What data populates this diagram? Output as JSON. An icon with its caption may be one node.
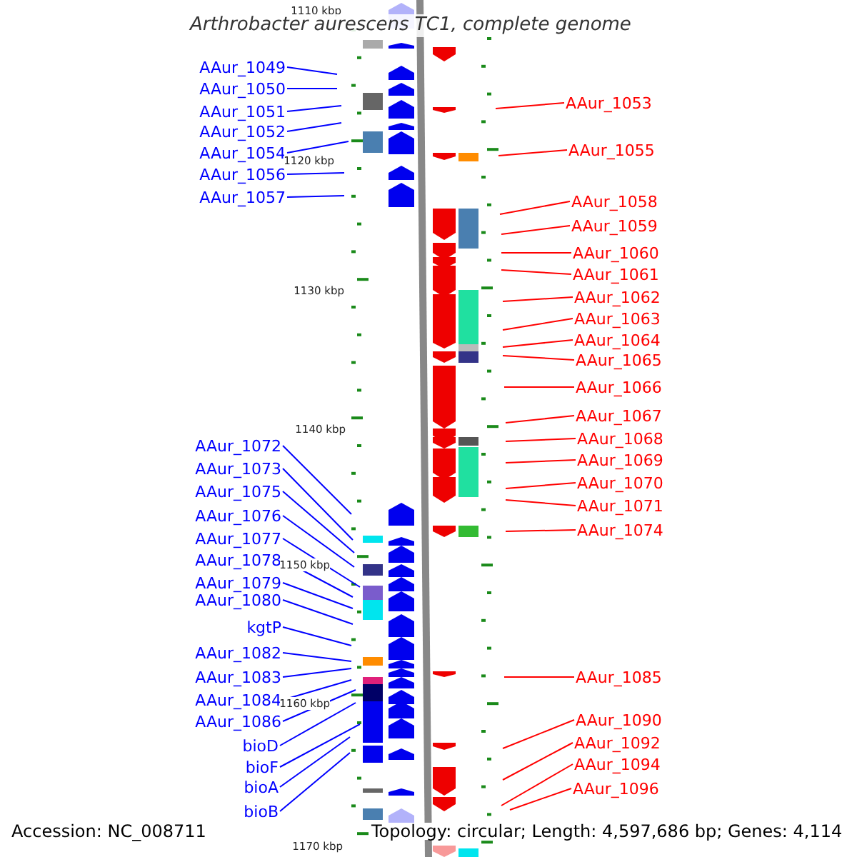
{
  "diagram": {
    "title": "Arthrobacter aurescens TC1, complete genome",
    "nodes": [
      {
        "text": [
          "AAur_1049"
        ]
      },
      {
        "text": [
          "AAur_1050"
        ]
      },
      {
        "text": [
          "AAur_1051"
        ]
      },
      {
        "text": [
          "AAur_1052"
        ]
      },
      {
        "text": [
          "AAur_1054"
        ]
      },
      {
        "text": [
          "AAur_1056"
        ]
      },
      {
        "text": [
          "AAur_1057"
        ]
      },
      {
        "text": [
          "AAur_1053"
        ]
      },
      {
        "text": [
          "AAur_1055"
        ]
      },
      {
        "text": [
          "AAur_1058"
        ]
      },
      {
        "text": [
          "AAur_1059"
        ]
      },
      {
        "text": [
          "AAur_1060"
        ]
      },
      {
        "text": [
          "AAur_1061"
        ]
      },
      {
        "text": [
          "AAur_1062"
        ]
      },
      {
        "text": [
          "AAur_1063"
        ]
      },
      {
        "text": [
          "AAur_1064"
        ]
      },
      {
        "text": [
          "AAur_1065"
        ]
      },
      {
        "text": [
          "AAur_1066"
        ]
      },
      {
        "text": [
          "AAur_1067"
        ]
      },
      {
        "text": [
          "AAur_1068"
        ]
      },
      {
        "text": [
          "AAur_1069"
        ]
      },
      {
        "text": [
          "AAur_1070"
        ]
      },
      {
        "text": [
          "AAur_1071"
        ]
      },
      {
        "text": [
          "AAur_1074"
        ]
      },
      {
        "text": [
          "AAur_1072"
        ]
      },
      {
        "text": [
          "AAur_1073"
        ]
      },
      {
        "text": [
          "AAur_1075"
        ]
      },
      {
        "text": [
          "AAur_1076"
        ]
      },
      {
        "text": [
          "AAur_1077"
        ]
      },
      {
        "text": [
          "AAur_1078"
        ]
      },
      {
        "text": [
          "AAur_1079"
        ]
      },
      {
        "text": [
          "AAur_1080"
        ]
      },
      {
        "text": [
          "kgtP"
        ]
      },
      {
        "text": [
          "AAur_1082"
        ]
      },
      {
        "text": [
          "AAur_1083"
        ]
      },
      {
        "text": [
          "AAur_1084"
        ]
      },
      {
        "text": [
          "AAur_1086"
        ]
      },
      {
        "text": [
          "bioD"
        ]
      },
      {
        "text": [
          "bioF"
        ]
      },
      {
        "text": [
          "bioA"
        ]
      },
      {
        "text": [
          "bioB"
        ]
      },
      {
        "text": [
          "AAur_1085"
        ]
      },
      {
        "text": [
          "AAur_1090"
        ]
      },
      {
        "text": [
          "AAur_1092"
        ]
      },
      {
        "text": [
          "AAur_1094"
        ]
      },
      {
        "text": [
          "AAur_1096"
        ]
      }
    ],
    "edges": [
      {
        "from": 0,
        "to": null,
        "arrow": "none"
      },
      {
        "from": 1,
        "to": null,
        "arrow": "none"
      },
      {
        "from": 2,
        "to": null,
        "arrow": "none"
      },
      {
        "from": 3,
        "to": null,
        "arrow": "none"
      },
      {
        "from": 4,
        "to": null,
        "arrow": "none"
      },
      {
        "from": 5,
        "to": null,
        "arrow": "none"
      },
      {
        "from": 6,
        "to": null,
        "arrow": "none"
      },
      {
        "from": 7,
        "to": null,
        "arrow": "none",
        "color": "#ff0000"
      },
      {
        "from": 8,
        "to": null,
        "arrow": "none",
        "color": "#ff0000"
      },
      {
        "from": 9,
        "to": null,
        "arrow": "none",
        "color": "#ff0000"
      },
      {
        "from": 10,
        "to": null,
        "arrow": "none",
        "color": "#ff0000"
      },
      {
        "from": 11,
        "to": null,
        "arrow": "none",
        "color": "#ff0000"
      },
      {
        "from": 12,
        "to": null,
        "arrow": "none",
        "color": "#ff0000"
      },
      {
        "from": 13,
        "to": null,
        "arrow": "none",
        "color": "#ff0000"
      },
      {
        "from": 14,
        "to": null,
        "arrow": "none",
        "color": "#ff0000"
      },
      {
        "from": 15,
        "to": null,
        "arrow": "none",
        "color": "#ff0000"
      },
      {
        "from": 16,
        "to": null,
        "arrow": "none",
        "color": "#ff0000"
      },
      {
        "from": 17,
        "to": null,
        "arrow": "none",
        "color": "#ff0000"
      },
      {
        "from": 18,
        "to": null,
        "arrow": "none",
        "color": "#ff0000"
      },
      {
        "from": 19,
        "to": null,
        "arrow": "none",
        "color": "#ff0000"
      },
      {
        "from": 20,
        "to": null,
        "arrow": "none",
        "color": "#ff0000"
      },
      {
        "from": 21,
        "to": null,
        "arrow": "none",
        "color": "#ff0000"
      },
      {
        "from": 22,
        "to": null,
        "arrow": "none",
        "color": "#ff0000"
      },
      {
        "from": 23,
        "to": null,
        "arrow": "none",
        "color": "#ff0000"
      },
      {
        "from": 24,
        "to": null,
        "arrow": "none"
      },
      {
        "from": 25,
        "to": null,
        "arrow": "none"
      },
      {
        "from": 26,
        "to": null,
        "arrow": "none"
      },
      {
        "from": 27,
        "to": null,
        "arrow": "none"
      },
      {
        "from": 28,
        "to": null,
        "arrow": "none"
      },
      {
        "from": 29,
        "to": null,
        "arrow": "none"
      },
      {
        "from": 30,
        "to": null,
        "arrow": "none"
      },
      {
        "from": 31,
        "to": null,
        "arrow": "none"
      },
      {
        "from": 32,
        "to": null,
        "arrow": "none"
      },
      {
        "from": 33,
        "to": null,
        "arrow": "none"
      },
      {
        "from": 34,
        "to": null,
        "arrow": "none"
      },
      {
        "from": 35,
        "to": null,
        "arrow": "none"
      },
      {
        "from": 36,
        "to": null,
        "arrow": "none"
      },
      {
        "from": 37,
        "to": null,
        "arrow": "none"
      },
      {
        "from": 38,
        "to": null,
        "arrow": "none"
      },
      {
        "from": 39,
        "to": null,
        "arrow": "none"
      },
      {
        "from": 40,
        "to": null,
        "arrow": "none"
      },
      {
        "from": 41,
        "to": null,
        "arrow": "none",
        "color": "#ff0000"
      },
      {
        "from": 42,
        "to": null,
        "arrow": "none",
        "color": "#ff0000"
      },
      {
        "from": 43,
        "to": null,
        "arrow": "none",
        "color": "#ff0000"
      },
      {
        "from": 44,
        "to": null,
        "arrow": "none",
        "color": "#ff0000"
      },
      {
        "from": 45,
        "to": null,
        "arrow": "none",
        "color": "#ff0000"
      }
    ],
    "labels": [
      "1110 kbp",
      "1120 kbp",
      "1130 kbp",
      "1140 kbp",
      "1150 kbp",
      "1160 kbp",
      "Accession: NC_008711",
      "Topology: circular; Length: 4,597,686 bp; Genes: 4,114",
      "1170 kbp"
    ]
  }
}
